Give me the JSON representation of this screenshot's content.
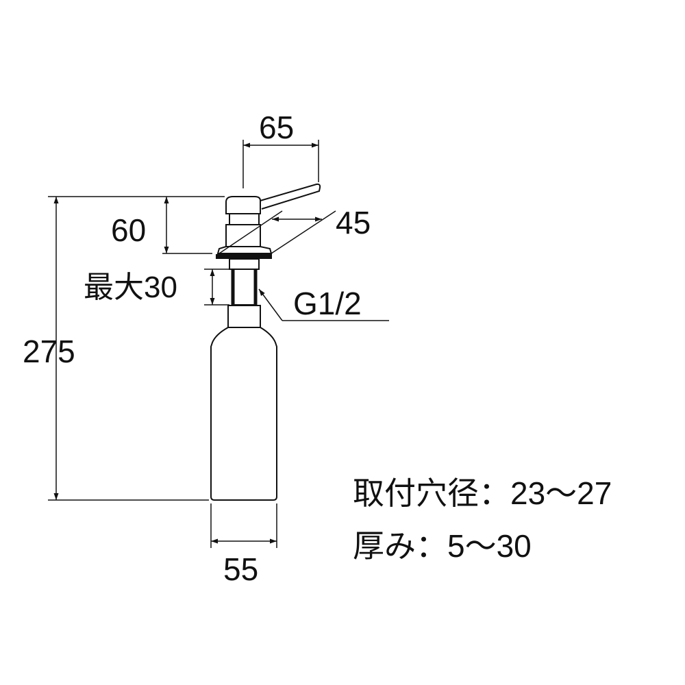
{
  "dimensions": {
    "lever_width": "65",
    "head_height": "60",
    "head_diameter": "45",
    "max_thickness": "最大30",
    "thread": "G1/2",
    "total_height": "275",
    "bottle_width": "55"
  },
  "notes": [
    "取付穴径：23～27",
    "厚み：5～30"
  ],
  "colors": {
    "line": "#111111",
    "background": "#ffffff"
  }
}
